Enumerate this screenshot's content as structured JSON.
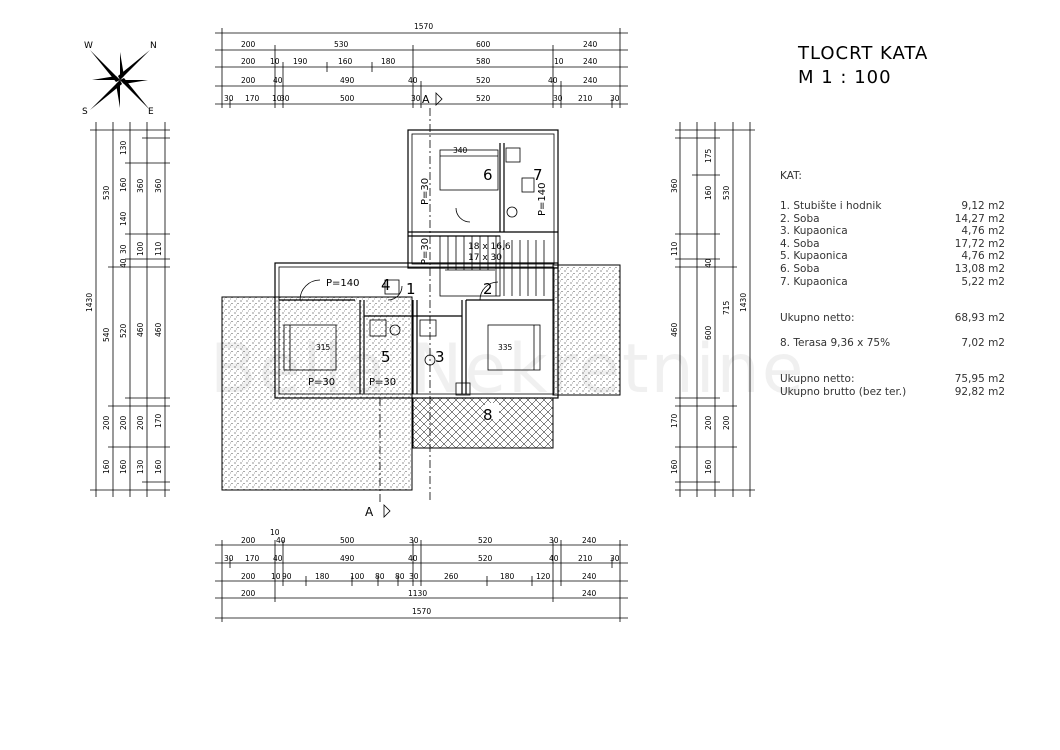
{
  "title": {
    "line1": "TLOCRT KATA",
    "line2": "M 1 : 100"
  },
  "compass": {
    "n": "N",
    "e": "E",
    "s": "S",
    "w": "W"
  },
  "legend": {
    "heading": "KAT:",
    "rooms": [
      {
        "label": "1. Stubište i hodnik",
        "area": "9,12 m2"
      },
      {
        "label": "2. Soba",
        "area": "14,27 m2"
      },
      {
        "label": "3. Kupaonica",
        "area": "4,76 m2"
      },
      {
        "label": "4. Soba",
        "area": "17,72 m2"
      },
      {
        "label": "5. Kupaonica",
        "area": "4,76 m2"
      },
      {
        "label": "6. Soba",
        "area": "13,08 m2"
      },
      {
        "label": "7. Kupaonica",
        "area": "5,22 m2"
      }
    ],
    "net": {
      "label": "Ukupno netto:",
      "value": "68,93 m2"
    },
    "terrace": {
      "label": "8. Terasa  9,36 x 75%",
      "value": "7,02 m2"
    },
    "net_total": {
      "label": "Ukupno netto:",
      "value": "75,95 m2"
    },
    "gross_total": {
      "label": "Ukupno brutto (bez ter.)",
      "value": "92,82 m2"
    }
  },
  "room_numbers": [
    "1",
    "2",
    "3",
    "4",
    "5",
    "6",
    "7",
    "8"
  ],
  "plan_labels": {
    "p140_a": "P=140",
    "p140_b": "P=140",
    "p30_a": "P=30",
    "p30_b": "P=30",
    "p30_c": "P=30",
    "p30_d": "P=30",
    "stairs_a": "18 x 16,6",
    "stairs_b": "17 x 30",
    "m340": "340",
    "m315": "315",
    "m335": "335",
    "section_a": "A",
    "section_b": "A"
  },
  "dims_top": {
    "row0": [
      "1570"
    ],
    "row1": [
      "200",
      "530",
      "600",
      "240"
    ],
    "row2": [
      "200",
      "10",
      "190",
      "160",
      "180",
      "580",
      "10",
      "240"
    ],
    "row3": [
      "200",
      "40",
      "490",
      "40",
      "520",
      "40",
      "240"
    ],
    "row4": [
      "30",
      "170",
      "10",
      "30",
      "500",
      "30",
      "520",
      "30",
      "210",
      "30"
    ]
  },
  "dims_bottom": {
    "row1": [
      "10",
      "200",
      "40",
      "500",
      "30",
      "520",
      "30",
      "240"
    ],
    "row2": [
      "30",
      "170",
      "40",
      "490",
      "40",
      "520",
      "40",
      "210",
      "30"
    ],
    "row3": [
      "200",
      "10",
      "90",
      "180",
      "100",
      "80",
      "80",
      "30",
      "260",
      "180",
      "120",
      "240"
    ],
    "row4": [
      "200",
      "1130",
      "240"
    ],
    "row5": [
      "1570"
    ]
  },
  "dims_left": {
    "col1": [
      "1430"
    ],
    "col2": [
      "530",
      "540",
      "200",
      "160"
    ],
    "col3": [
      "130",
      "160",
      "140",
      "30",
      "40",
      "520",
      "200",
      "160"
    ],
    "col4": [
      "360",
      "100",
      "460",
      "200",
      "130"
    ],
    "col5": [
      "360",
      "110",
      "460",
      "170",
      "160"
    ]
  },
  "dims_right": {
    "col1": [
      "360",
      "110",
      "460",
      "170",
      "160"
    ],
    "col2": [
      "175",
      "160",
      "40",
      "600",
      "200",
      "160"
    ],
    "col3": [
      "530",
      "715",
      "200"
    ],
    "col4": [
      "1430"
    ]
  },
  "watermark": "Bella Nekretnine"
}
